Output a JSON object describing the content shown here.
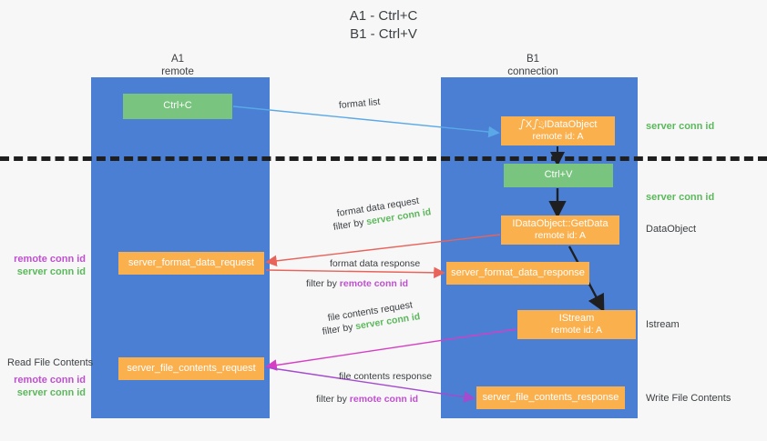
{
  "title": {
    "line1": "A1 - Ctrl+C",
    "line2": "B1 - Ctrl+V"
  },
  "columns": [
    {
      "name": "A1",
      "role": "remote"
    },
    {
      "name": "B1",
      "role": "connection"
    }
  ],
  "colors": {
    "lane": "#4a7fd4",
    "green_box": "#79c47e",
    "orange_box": "#fbb04e",
    "server_conn_id": "#5cb85c",
    "remote_conn_id": "#c04fd0",
    "divider": "#1f1f1f",
    "arrow_blue": "#5aa9e6",
    "arrow_red": "#e8635a",
    "arrow_magenta": "#d63ec4",
    "arrow_purple": "#a44bd0",
    "arrow_dark": "#1f1f1f",
    "background": "#f7f7f7"
  },
  "boxes": {
    "ctrl_c": {
      "label": "Ctrl+C"
    },
    "data_object": {
      "line1": "ഽXഽྲIDataObject",
      "line2": "remote id: A"
    },
    "ctrl_v": {
      "label": "Ctrl+V"
    },
    "get_data": {
      "line1": "IDataObject::GetData",
      "line2": "remote id: A"
    },
    "istream": {
      "line1": "IStream",
      "line2": "remote id: A"
    },
    "format_data_request": {
      "label": "server_format_data_request"
    },
    "format_data_response": {
      "label": "server_format_data_response"
    },
    "file_contents_request": {
      "label": "server_file_contents_request"
    },
    "file_contents_response": {
      "label": "server_file_contents_response"
    }
  },
  "arrow_labels": {
    "format_list": "format list",
    "format_data_request": "format data request",
    "format_data_request_filter_prefix": "filter by ",
    "format_data_request_filter_key": "server conn id",
    "format_data_response": "format data response",
    "format_data_response_filter_prefix": "filter by ",
    "format_data_response_filter_key": "remote conn id",
    "file_contents_request": "file contents request",
    "file_contents_request_filter_prefix": "filter by ",
    "file_contents_request_filter_key": "server conn id",
    "file_contents_response": "file contents response",
    "file_contents_response_filter_prefix": "filter by ",
    "file_contents_response_filter_key": "remote conn id"
  },
  "side_labels": {
    "right_server_conn_id_top": "server conn id",
    "right_server_conn_id_mid": "server conn id",
    "right_data_object": "DataObject",
    "right_istream": "Istream",
    "right_write_file_contents": "Write File Contents",
    "left_remote_conn_id_1": "remote conn id",
    "left_server_conn_id_1": "server conn id",
    "left_read_file_contents": "Read File Contents",
    "left_remote_conn_id_2": "remote conn id",
    "left_server_conn_id_2": "server conn id"
  }
}
